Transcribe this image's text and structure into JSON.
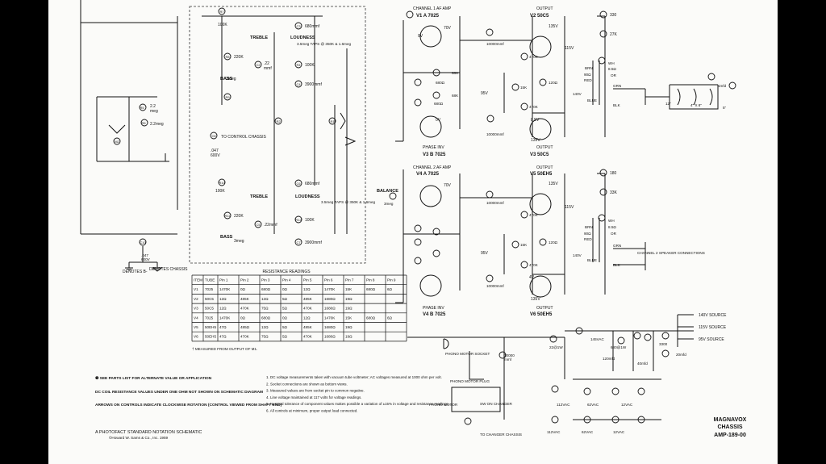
{
  "diagram": {
    "channel1": {
      "af_amp_label": "CHANNEL 1  AF AMP",
      "af_amp_tube": "V1 A 7025",
      "output_label": "OUTPUT",
      "output_tube": "V2 50C5",
      "phase_inv_label": "PHASE INV",
      "phase_inv_tube": "V3 B 7025",
      "output2_label": "OUTPUT",
      "output2_tube": "V3 50C5"
    },
    "channel2": {
      "af_amp_label": "CHANNEL 2  AF AMP",
      "af_amp_tube": "V4 A 7025",
      "output_label": "OUTPUT",
      "output_tube": "V5 50EH5",
      "phase_inv_label": "PHASE INV",
      "phase_inv_tube": "V4 B 7025",
      "output2_label": "OUTPUT",
      "output2_tube": "V6 50EH5"
    },
    "controls": {
      "treble1": "TREBLE",
      "loudness1": "LOUDNESS",
      "bass1": "BASS",
      "treble2": "TREBLE",
      "loudness2": "LOUDNESS",
      "bass2": "BASS",
      "balance": "BALANCE",
      "to_control_chassis": "TO CONTROL CHASSIS",
      "taps1": "3.5meg TAPS @ 350K & 1.6meg",
      "taps2": "3.5meg TAPS @ 350K & 1.6meg"
    },
    "ground_symbols": {
      "chassis_b_minus": "DENOTES B-",
      "chassis": "DENOTES CHASSIS"
    },
    "speaker": {
      "channel2_conn": "CHANNEL 2 SPEAKER CONNECTIONS",
      "sizes": [
        "12\"",
        "4\" X 8\"",
        "5\""
      ]
    },
    "power": {
      "source1": "140V SOURCE",
      "source2": "115V SOURCE",
      "source3": "95V SOURCE",
      "phono_motor_socket": "PHONO MOTOR SOCKET",
      "phono_motor_plug": "PHONO MOTOR PLUG",
      "phono_motor": "PHONO MOTOR",
      "sw_on_changer": "SW ON CHANGER",
      "to_changer_chassis": "TO CHANGER CHASSIS"
    },
    "voltages": [
      "70V",
      "135V",
      "115V",
      "95V",
      "8.5V",
      "2V",
      "0V",
      "145VAC",
      "112VAC",
      "62VAC",
      "12VAC",
      "140V"
    ]
  },
  "resistance_table": {
    "title": "RESISTANCE  READINGS",
    "headers": [
      "ITEM",
      "TUBE",
      "Pin 1",
      "Pin 2",
      "Pin 3",
      "Pin 4",
      "Pin 5",
      "Pin 6",
      "Pin 7",
      "Pin 8",
      "Pin 9"
    ],
    "rows": [
      [
        "V1",
        "7025",
        "1470K",
        "0Ω",
        "680Ω",
        "0Ω",
        "12Ω",
        "1470K",
        "15K",
        "680Ω",
        "6Ω"
      ],
      [
        "V2",
        "50C5",
        "12Ω",
        "485K",
        "12Ω",
        "5Ω",
        "485K",
        "1680Ω",
        "19Ω",
        "",
        ""
      ],
      [
        "V3",
        "50C5",
        "12Ω",
        "470K",
        "75Ω",
        "5Ω",
        "470K",
        "1680Ω",
        "19Ω",
        "",
        ""
      ],
      [
        "V4",
        "7025",
        "1470K",
        "0Ω",
        "680Ω",
        "0Ω",
        "12Ω",
        "1470K",
        "15K",
        "680Ω",
        "6Ω"
      ],
      [
        "V5",
        "50EH5",
        "47Ω",
        "485Ω",
        "12Ω",
        "5Ω",
        "485K",
        "1680Ω",
        "19Ω",
        "",
        ""
      ],
      [
        "V6",
        "50EH5",
        "47Ω",
        "470K",
        "75Ω",
        "5Ω",
        "470K",
        "1680Ω",
        "19Ω",
        "",
        ""
      ]
    ],
    "footnote": "†    MEASURED FROM OUTPUT OF M1."
  },
  "notes_left": [
    "❶ SEE PARTS LIST FOR ALTERNATE VALUE OR APPLICATION",
    "DC COIL RESISTANCE VALUES UNDER ONE OHM NOT SHOWN ON SCHEMATIC DIAGRAM",
    "ARROWS ON CONTROLS INDICATE CLOCKWISE ROTATION (CONTROL VIEWED FROM SHAFT END)"
  ],
  "notes_numbered": [
    "1.  DC voltage measurements taken with vacuum tube voltmeter; AC voltages measured at 1000 ohm per volt.",
    "2.  Socket connections are shown as bottom views.",
    "3.  Measured values are from socket pin to common negative.",
    "4.  Line voltage maintained at 117 volts for voltage readings.",
    "5.  Nominal tolerance of component values makes possible a variation of ±15% in voltage and resistance readings.",
    "6.  All controls at minimum, proper output load connected."
  ],
  "footer": {
    "standard": "A PHOTOFACT STANDARD NOTATION SCHEMATIC",
    "copyright": "©Howard W. Sams & Co., Inc. 1959"
  },
  "title_block": {
    "brand": "MAGNAVOX",
    "chassis": "CHASSIS",
    "model": "AMP-189-00"
  }
}
